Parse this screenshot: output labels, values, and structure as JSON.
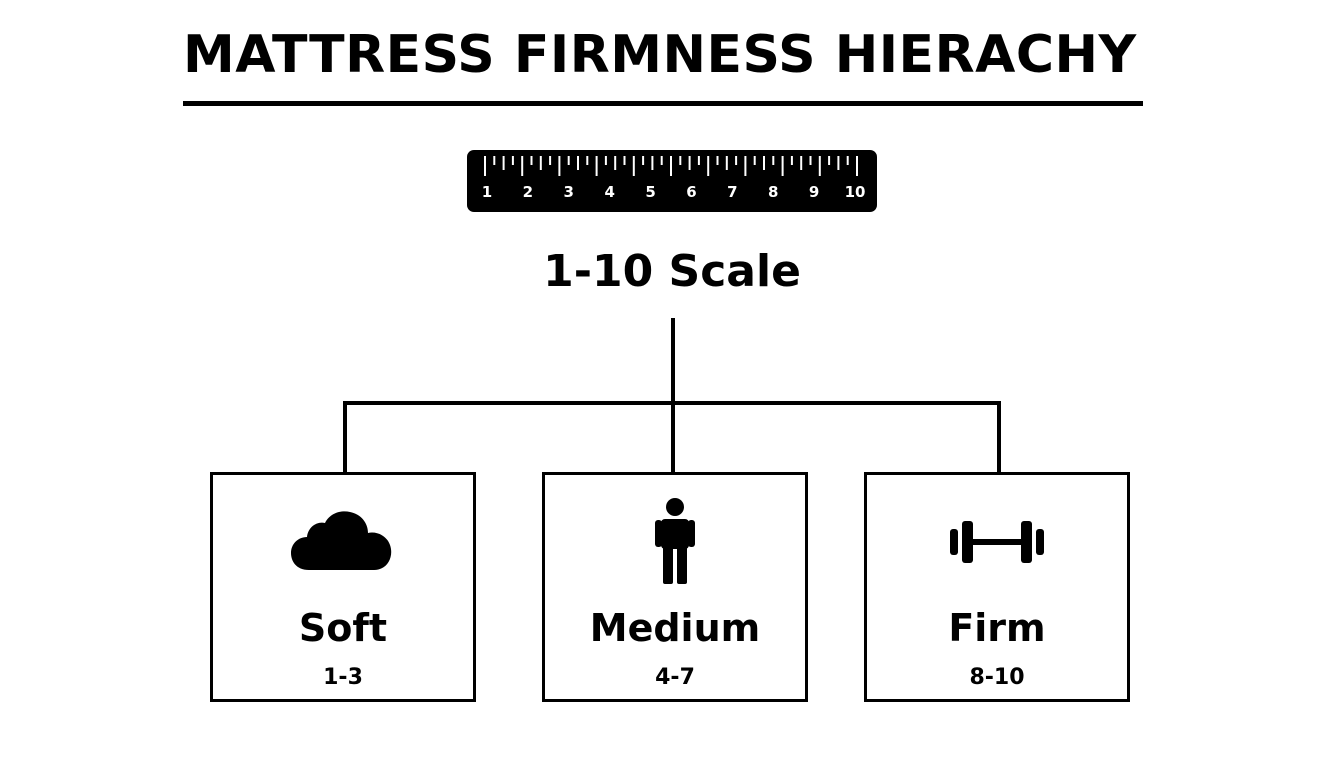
{
  "title": "MATTRESS FIRMNESS HIERACHY",
  "ruler": {
    "numbers": [
      "1",
      "2",
      "3",
      "4",
      "5",
      "6",
      "7",
      "8",
      "9",
      "10"
    ]
  },
  "scale": {
    "label": "1-10 Scale"
  },
  "categories": [
    {
      "label": "Soft",
      "range": "1-3",
      "icon": "cloud-icon"
    },
    {
      "label": "Medium",
      "range": "4-7",
      "icon": "person-icon"
    },
    {
      "label": "Firm",
      "range": "8-10",
      "icon": "dumbbell-icon"
    }
  ],
  "colors": {
    "foreground": "#000000",
    "background": "#ffffff"
  }
}
